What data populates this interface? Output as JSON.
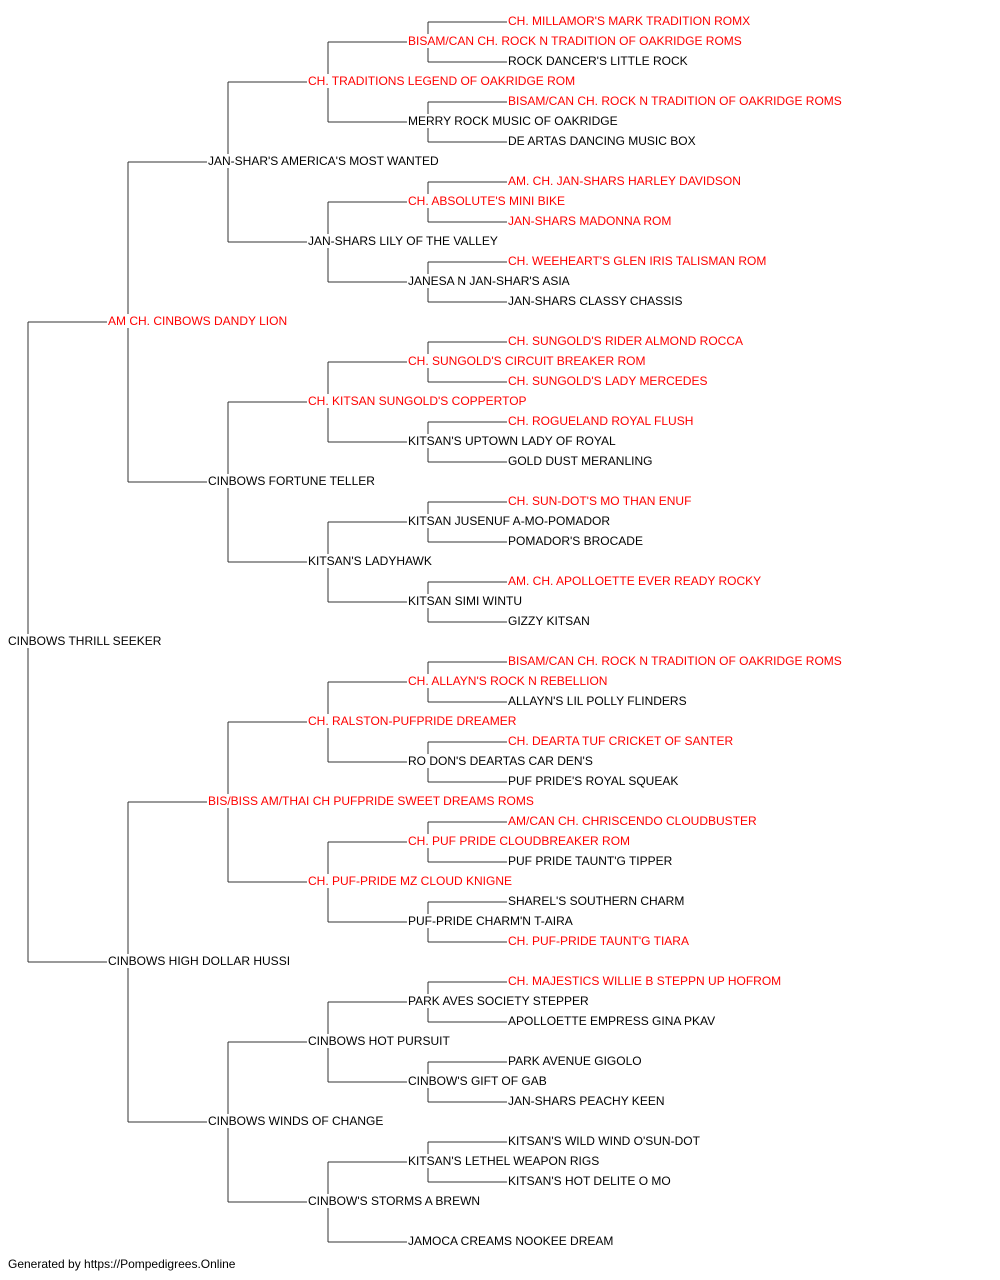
{
  "colors": {
    "champion": "#ff0000",
    "normal": "#000000",
    "line": "#333333"
  },
  "footer": "Generated by https://Pompedigrees.Online",
  "pedigree": {
    "name": "CINBOWS THRILL SEEKER",
    "champ": false,
    "sire": {
      "name": "AM CH. CINBOWS DANDY LION",
      "champ": true,
      "sire": {
        "name": "JAN-SHAR'S AMERICA'S MOST WANTED",
        "champ": false,
        "sire": {
          "name": "CH. TRADITIONS LEGEND OF OAKRIDGE ROM",
          "champ": true,
          "sire": {
            "name": "BISAM/CAN CH. ROCK N TRADITION OF OAKRIDGE ROMS",
            "champ": true,
            "sire": {
              "name": "CH. MILLAMOR'S MARK TRADITION ROMX",
              "champ": true
            },
            "dam": {
              "name": "ROCK DANCER'S LITTLE ROCK",
              "champ": false
            }
          },
          "dam": {
            "name": "MERRY ROCK MUSIC OF OAKRIDGE",
            "champ": false,
            "sire": {
              "name": "BISAM/CAN CH. ROCK N TRADITION OF OAKRIDGE ROMS",
              "champ": true
            },
            "dam": {
              "name": "DE ARTAS DANCING MUSIC BOX",
              "champ": false
            }
          }
        },
        "dam": {
          "name": "JAN-SHARS LILY OF THE VALLEY",
          "champ": false,
          "sire": {
            "name": "CH. ABSOLUTE'S MINI BIKE",
            "champ": true,
            "sire": {
              "name": "AM. CH. JAN-SHARS HARLEY DAVIDSON",
              "champ": true
            },
            "dam": {
              "name": "JAN-SHARS MADONNA ROM",
              "champ": true
            }
          },
          "dam": {
            "name": "JANESA N JAN-SHAR'S ASIA",
            "champ": false,
            "sire": {
              "name": "CH. WEEHEART'S GLEN IRIS TALISMAN ROM",
              "champ": true
            },
            "dam": {
              "name": "JAN-SHARS CLASSY CHASSIS",
              "champ": false
            }
          }
        }
      },
      "dam": {
        "name": "CINBOWS FORTUNE TELLER",
        "champ": false,
        "sire": {
          "name": "CH. KITSAN SUNGOLD'S COPPERTOP",
          "champ": true,
          "sire": {
            "name": "CH. SUNGOLD'S CIRCUIT BREAKER ROM",
            "champ": true,
            "sire": {
              "name": "CH. SUNGOLD'S RIDER ALMOND ROCCA",
              "champ": true
            },
            "dam": {
              "name": "CH. SUNGOLD'S LADY MERCEDES",
              "champ": true
            }
          },
          "dam": {
            "name": "KITSAN'S UPTOWN LADY OF ROYAL",
            "champ": false,
            "sire": {
              "name": "CH. ROGUELAND ROYAL FLUSH",
              "champ": true
            },
            "dam": {
              "name": "GOLD DUST MERANLING",
              "champ": false
            }
          }
        },
        "dam": {
          "name": "KITSAN'S LADYHAWK",
          "champ": false,
          "sire": {
            "name": "KITSAN JUSENUF A-MO-POMADOR",
            "champ": false,
            "sire": {
              "name": "CH. SUN-DOT'S MO THAN ENUF",
              "champ": true
            },
            "dam": {
              "name": "POMADOR'S BROCADE",
              "champ": false
            }
          },
          "dam": {
            "name": "KITSAN SIMI WINTU",
            "champ": false,
            "sire": {
              "name": "AM. CH. APOLLOETTE EVER READY ROCKY",
              "champ": true
            },
            "dam": {
              "name": "GIZZY KITSAN",
              "champ": false
            }
          }
        }
      }
    },
    "dam": {
      "name": "CINBOWS HIGH DOLLAR HUSSI",
      "champ": false,
      "sire": {
        "name": "BIS/BISS AM/THAI CH PUFPRIDE SWEET DREAMS ROMS",
        "champ": true,
        "sire": {
          "name": "CH. RALSTON-PUFPRIDE DREAMER",
          "champ": true,
          "sire": {
            "name": "CH. ALLAYN'S ROCK N REBELLION",
            "champ": true,
            "sire": {
              "name": "BISAM/CAN CH. ROCK N TRADITION OF OAKRIDGE ROMS",
              "champ": true
            },
            "dam": {
              "name": "ALLAYN'S LIL POLLY FLINDERS",
              "champ": false
            }
          },
          "dam": {
            "name": "RO DON'S DEARTAS CAR DEN'S",
            "champ": false,
            "sire": {
              "name": "CH. DEARTA TUF CRICKET OF SANTER",
              "champ": true
            },
            "dam": {
              "name": "PUF PRIDE'S ROYAL SQUEAK",
              "champ": false
            }
          }
        },
        "dam": {
          "name": "CH. PUF-PRIDE MZ CLOUD KNIGNE",
          "champ": true,
          "sire": {
            "name": "CH. PUF PRIDE CLOUDBREAKER ROM",
            "champ": true,
            "sire": {
              "name": "AM/CAN CH. CHRISCENDO CLOUDBUSTER",
              "champ": true
            },
            "dam": {
              "name": "PUF PRIDE TAUNT'G TIPPER",
              "champ": false
            }
          },
          "dam": {
            "name": "PUF-PRIDE CHARM'N T-AIRA",
            "champ": false,
            "sire": {
              "name": "SHAREL'S SOUTHERN CHARM",
              "champ": false
            },
            "dam": {
              "name": "CH. PUF-PRIDE TAUNT'G TIARA",
              "champ": true
            }
          }
        }
      },
      "dam": {
        "name": "CINBOWS WINDS OF CHANGE",
        "champ": false,
        "sire": {
          "name": "CINBOWS HOT PURSUIT",
          "champ": false,
          "sire": {
            "name": "PARK AVES SOCIETY STEPPER",
            "champ": false,
            "sire": {
              "name": "CH. MAJESTICS WILLIE B STEPPN UP HOFROM",
              "champ": true
            },
            "dam": {
              "name": "APOLLOETTE EMPRESS GINA PKAV",
              "champ": false
            }
          },
          "dam": {
            "name": "CINBOW'S GIFT OF GAB",
            "champ": false,
            "sire": {
              "name": "PARK AVENUE GIGOLO",
              "champ": false
            },
            "dam": {
              "name": "JAN-SHARS PEACHY KEEN",
              "champ": false
            }
          }
        },
        "dam": {
          "name": "CINBOW'S STORMS A BREWN",
          "champ": false,
          "sire": {
            "name": "KITSAN'S LETHEL WEAPON RIGS",
            "champ": false,
            "sire": {
              "name": "KITSAN'S WILD WIND O'SUN-DOT",
              "champ": false
            },
            "dam": {
              "name": "KITSAN'S HOT DELITE O MO",
              "champ": false
            }
          },
          "dam": {
            "name": "JAMOCA CREAMS NOOKEE DREAM",
            "champ": false
          }
        }
      }
    }
  }
}
